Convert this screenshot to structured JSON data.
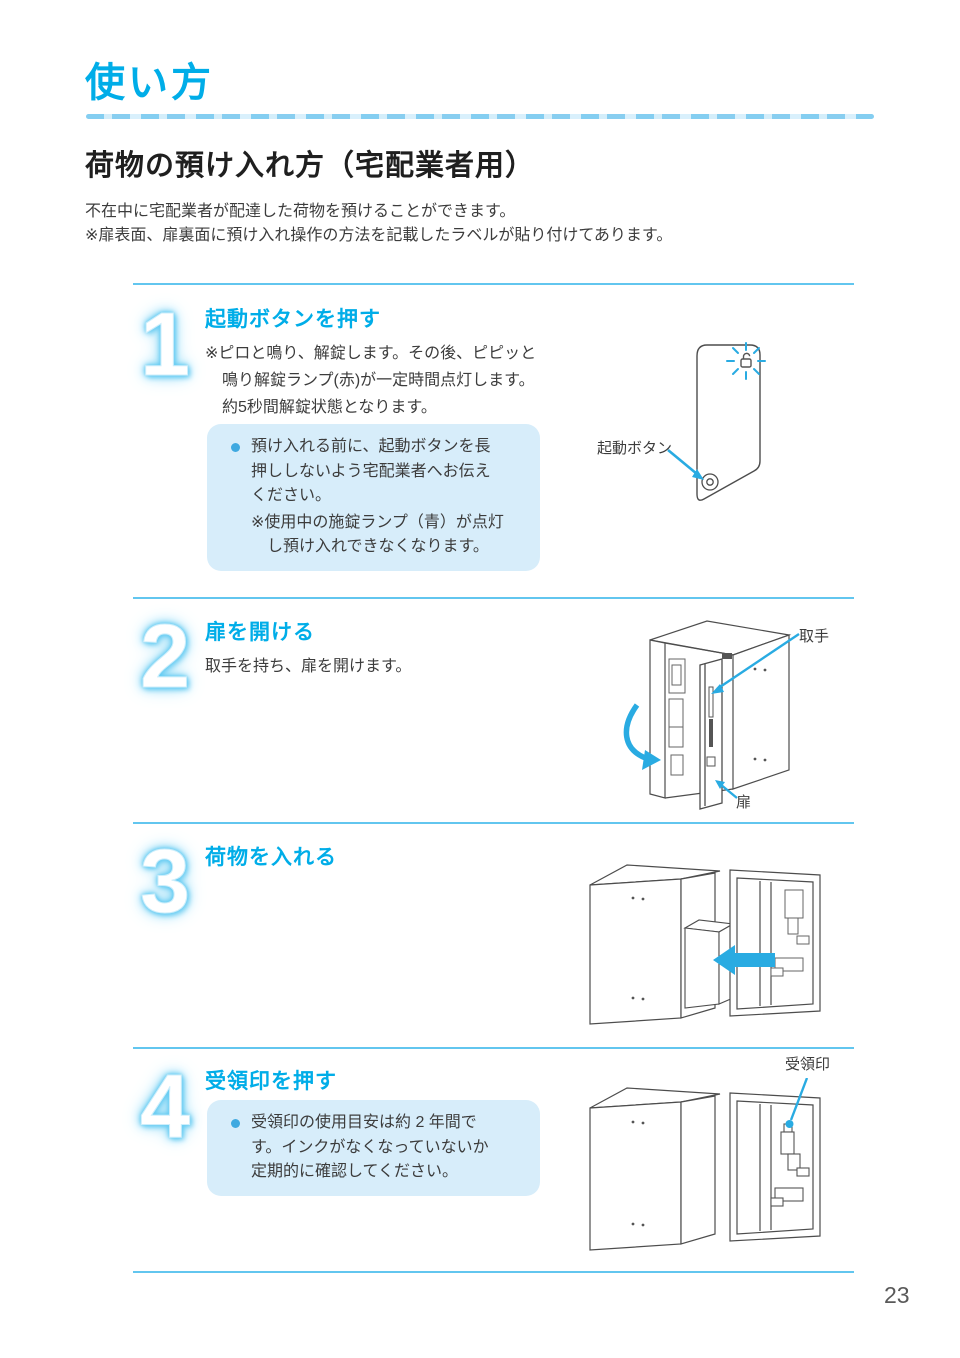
{
  "page": {
    "section_title": "使い方",
    "doc_title": "荷物の預け入れ方（宅配業者用）",
    "intro_lines": [
      "不在中に宅配業者が配達した荷物を預けることができます。",
      "※扉表面、扉裏面に預け入れ操作の方法を記載したラベルが貼り付けてあります。"
    ],
    "page_number": "23"
  },
  "colors": {
    "accent_cyan": "#00ade8",
    "separator": "#62c6ef",
    "callout_bg": "#d7edfa",
    "arrow_cyan": "#29abe2",
    "body_text": "#3c3c3c"
  },
  "steps": [
    {
      "number": "1",
      "heading": "起動ボタンを押す",
      "body_lines": [
        "※ピロと鳴り、解錠します。その後、ピピッと",
        "鳴り解錠ランプ(赤)が一定時間点灯します。",
        "約5秒間解錠状態となります。"
      ],
      "note_bullet": "預け入れる前に、起動ボタンを長押ししないよう宅配業者へお伝えください。",
      "note_sub": "※使用中の施錠ランプ（青）が点灯し預け入れできなくなります。",
      "figure_label": "起動ボタン"
    },
    {
      "number": "2",
      "heading": "扉を開ける",
      "body_lines": [
        "取手を持ち、扉を開けます。"
      ],
      "figure_label_handle": "取手",
      "figure_label_door": "扉"
    },
    {
      "number": "3",
      "heading": "荷物を入れる"
    },
    {
      "number": "4",
      "heading": "受領印を押す",
      "note_bullet": "受領印の使用目安は約 2 年間です。インクがなくなっていないか定期的に確認してください。",
      "figure_label": "受領印"
    }
  ]
}
